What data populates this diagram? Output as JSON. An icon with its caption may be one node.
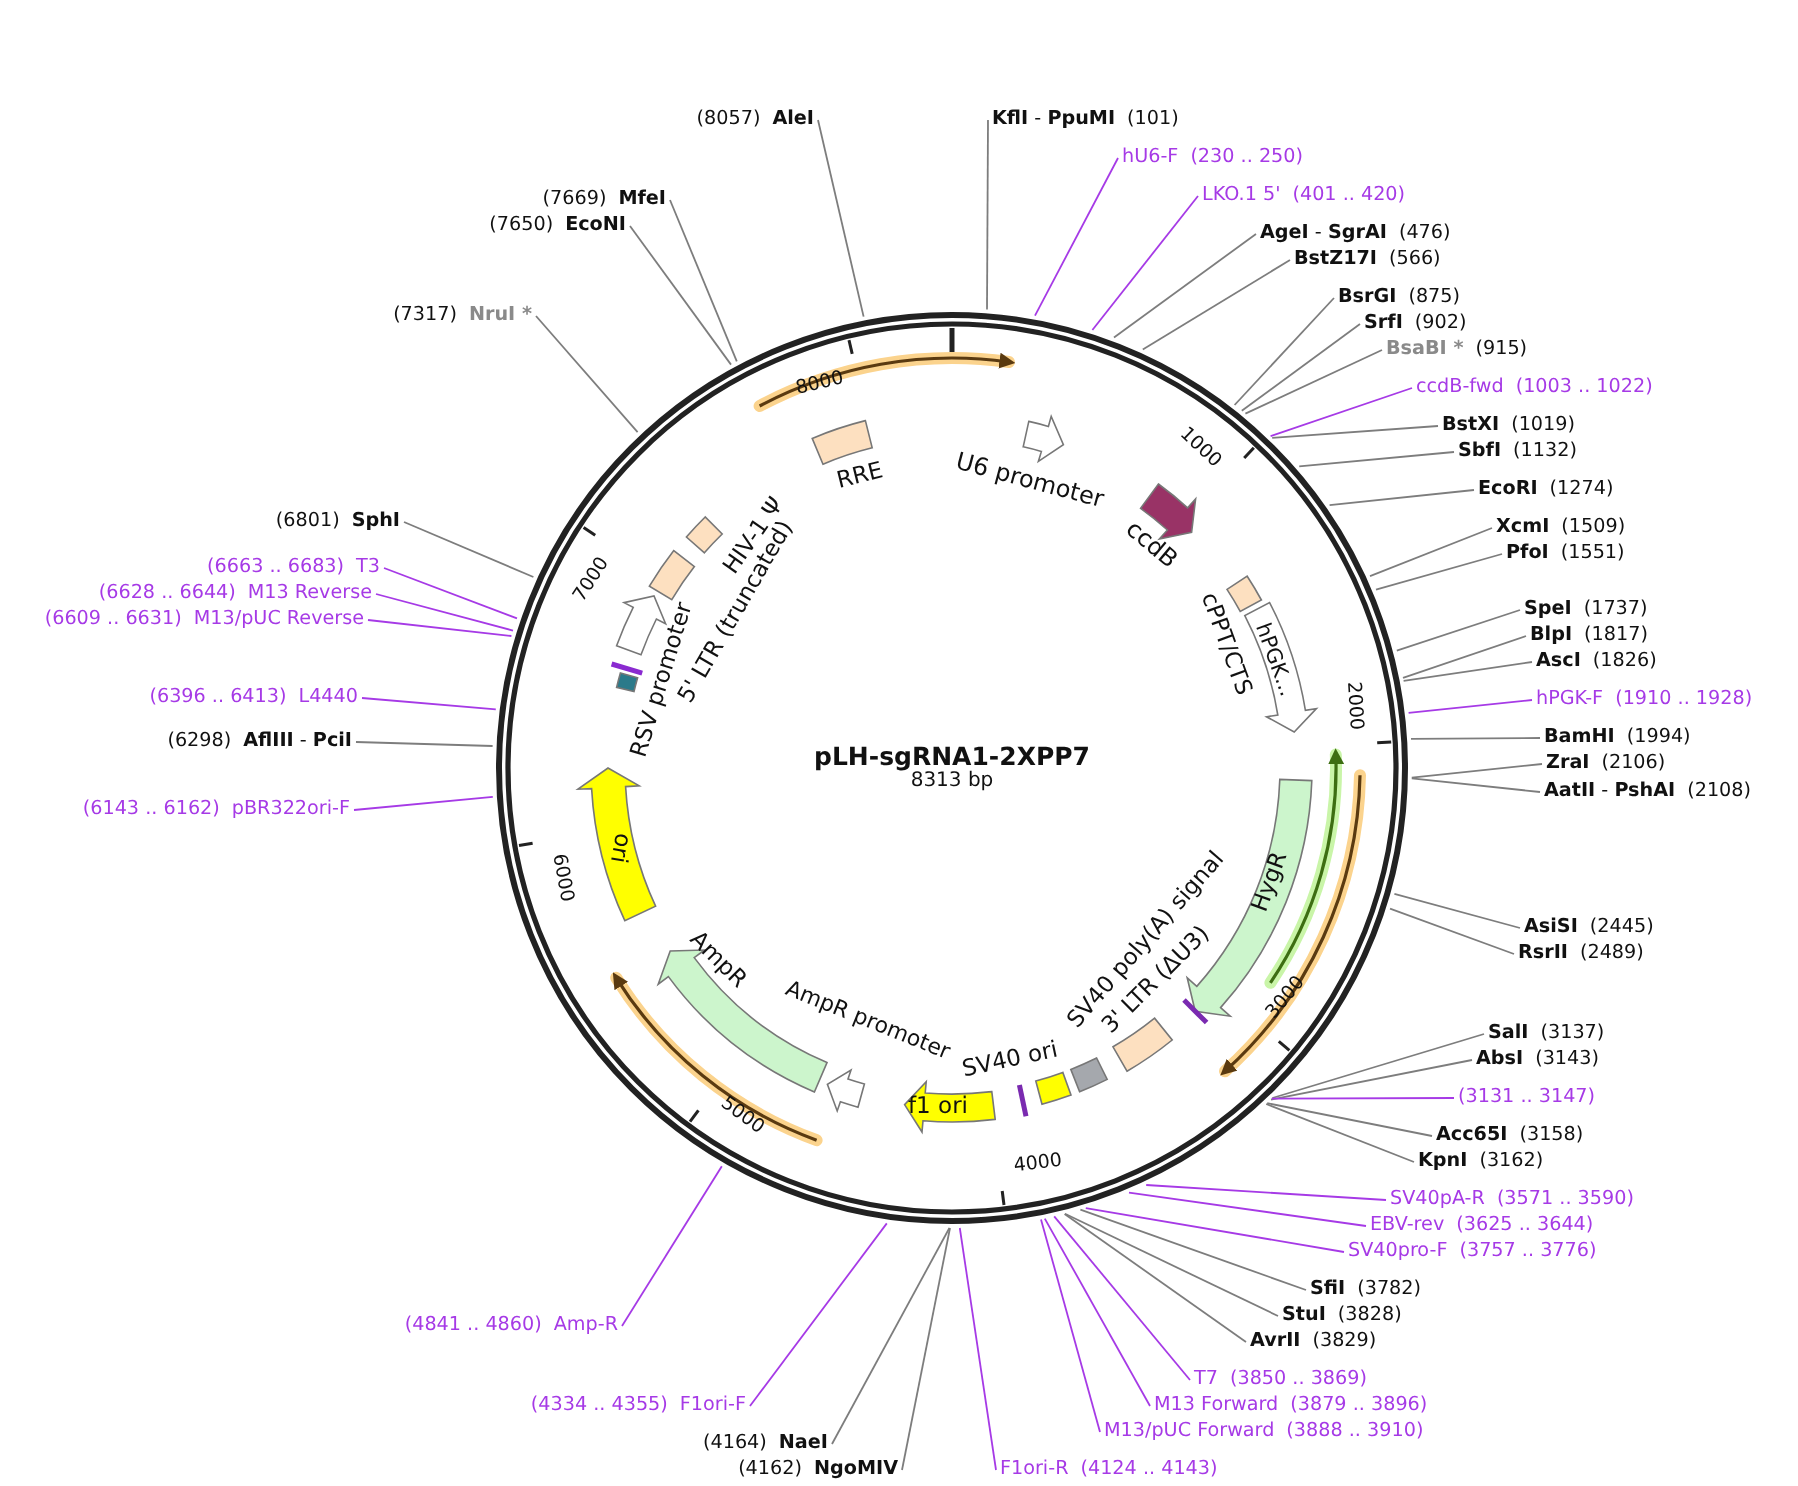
{
  "diagram": {
    "title": "pLH-sgRNA1-2XPP7",
    "nodes": [
      {
        "text": [
          "**KflI** - **PpuMI**",
          "(101)"
        ]
      },
      {
        "text": [
          "hU6-F",
          "(230 .. 250)"
        ]
      },
      {
        "text": [
          "LKO.1 5'",
          "(401 .. 420)"
        ]
      },
      {
        "text": [
          "**AgeI** - **SgrAI**",
          "(476)"
        ]
      },
      {
        "text": [
          "BstZ17I",
          "(566)"
        ]
      },
      {
        "text": [
          "BsrGI",
          "(875)"
        ]
      },
      {
        "text": [
          "SrfI",
          "(902)"
        ]
      },
      {
        "text": [
          "BsaBI *",
          "(915)"
        ]
      },
      {
        "text": [
          "ccdB-fwd",
          "(1003 .. 1022)"
        ]
      },
      {
        "text": [
          "BstXI",
          "(1019)"
        ]
      },
      {
        "text": [
          "SbfI",
          "(1132)"
        ]
      },
      {
        "text": [
          "EcoRI",
          "(1274)"
        ]
      },
      {
        "text": [
          "XcmI",
          "(1509)"
        ]
      },
      {
        "text": [
          "PfoI",
          "(1551)"
        ]
      },
      {
        "text": [
          "SpeI",
          "(1737)"
        ]
      },
      {
        "text": [
          "BlpI",
          "(1817)"
        ]
      },
      {
        "text": [
          "AscI",
          "(1826)"
        ]
      },
      {
        "text": [
          "hPGK-F",
          "(1910 .. 1928)"
        ]
      },
      {
        "text": [
          "BamHI",
          "(1994)"
        ]
      },
      {
        "text": [
          "ZraI",
          "(2106)"
        ]
      },
      {
        "text": [
          "**AatII** - **PshAI**",
          "(2108)"
        ]
      },
      {
        "text": [
          "AsiSI",
          "(2445)"
        ]
      },
      {
        "text": [
          "RsrII",
          "(2489)"
        ]
      },
      {
        "text": [
          "SalI",
          "(3137)"
        ]
      },
      {
        "text": [
          "AbsI",
          "(3143)"
        ]
      },
      {
        "text": [
          "(3131 .. 3147)"
        ]
      },
      {
        "text": [
          "Acc65I",
          "(3158)"
        ]
      },
      {
        "text": [
          "KpnI",
          "(3162)"
        ]
      },
      {
        "text": [
          "SV40pA-R",
          "(3571 .. 3590)"
        ]
      },
      {
        "text": [
          "EBV-rev",
          "(3625 .. 3644)"
        ]
      },
      {
        "text": [
          "SV40pro-F",
          "(3757 .. 3776)"
        ]
      },
      {
        "text": [
          "SfiI",
          "(3782)"
        ]
      },
      {
        "text": [
          "StuI",
          "(3828)"
        ]
      },
      {
        "text": [
          "AvrII",
          "(3829)"
        ]
      },
      {
        "text": [
          "T7",
          "(3850 .. 3869)"
        ]
      },
      {
        "text": [
          "M13 Forward",
          "(3879 .. 3896)"
        ]
      },
      {
        "text": [
          "M13/pUC Forward",
          "(3888 .. 3910)"
        ]
      },
      {
        "text": [
          "F1ori-R",
          "(4124 .. 4143)"
        ]
      },
      {
        "text": [
          "(4162)",
          "NgoMIV"
        ]
      },
      {
        "text": [
          "(4164)",
          "NaeI"
        ]
      },
      {
        "text": [
          "(4334 .. 4355)",
          "F1ori-F"
        ]
      },
      {
        "text": [
          "(4841 .. 4860)",
          "Amp-R"
        ]
      },
      {
        "text": [
          "(6143 .. 6162)",
          "pBR322ori-F"
        ]
      },
      {
        "text": [
          "(6298)",
          "**AflIII** - **PciI**"
        ]
      },
      {
        "text": [
          "(6396 .. 6413)",
          "L4440"
        ]
      },
      {
        "text": [
          "(6609 .. 6631)",
          "M13/pUC Reverse"
        ]
      },
      {
        "text": [
          "(6628 .. 6644)",
          "M13 Reverse"
        ]
      },
      {
        "text": [
          "(6663 .. 6683)",
          "T3"
        ]
      },
      {
        "text": [
          "(6801)",
          "SphI"
        ]
      },
      {
        "text": [
          "(7317)",
          "NruI *"
        ]
      },
      {
        "text": [
          "(7650)",
          "EcoNI"
        ]
      },
      {
        "text": [
          "(7669)",
          "MfeI"
        ]
      },
      {
        "text": [
          "(8057)",
          "AleI"
        ]
      }
    ],
    "edges": [
      {
        "from": 0,
        "to": null,
        "arrow": "none"
      },
      {
        "from": 1,
        "to": null,
        "arrow": "none",
        "color": "#a63ae6"
      },
      {
        "from": 2,
        "to": null,
        "arrow": "none",
        "color": "#a63ae6"
      },
      {
        "from": 3,
        "to": null,
        "arrow": "none"
      },
      {
        "from": 4,
        "to": null,
        "arrow": "none"
      },
      {
        "from": 5,
        "to": null,
        "arrow": "none"
      },
      {
        "from": 6,
        "to": null,
        "arrow": "none"
      },
      {
        "from": 7,
        "to": null,
        "arrow": "none"
      },
      {
        "from": 8,
        "to": null,
        "arrow": "none",
        "color": "#a63ae6"
      },
      {
        "from": 9,
        "to": null,
        "arrow": "none"
      },
      {
        "from": 10,
        "to": null,
        "arrow": "none"
      },
      {
        "from": 11,
        "to": null,
        "arrow": "none"
      },
      {
        "from": 12,
        "to": null,
        "arrow": "none"
      },
      {
        "from": 13,
        "to": null,
        "arrow": "none"
      },
      {
        "from": 14,
        "to": null,
        "arrow": "none"
      },
      {
        "from": 15,
        "to": null,
        "arrow": "none"
      },
      {
        "from": 16,
        "to": null,
        "arrow": "none"
      },
      {
        "from": 17,
        "to": null,
        "arrow": "none",
        "color": "#a63ae6"
      },
      {
        "from": 18,
        "to": null,
        "arrow": "none"
      },
      {
        "from": 19,
        "to": null,
        "arrow": "none"
      },
      {
        "from": 20,
        "to": null,
        "arrow": "none"
      },
      {
        "from": 21,
        "to": null,
        "arrow": "none"
      },
      {
        "from": 22,
        "to": null,
        "arrow": "none"
      },
      {
        "from": 23,
        "to": null,
        "arrow": "none"
      },
      {
        "from": 24,
        "to": null,
        "arrow": "none"
      },
      {
        "from": 25,
        "to": null,
        "arrow": "none",
        "color": "#a63ae6"
      },
      {
        "from": 26,
        "to": null,
        "arrow": "none"
      },
      {
        "from": 27,
        "to": null,
        "arrow": "none"
      },
      {
        "from": 28,
        "to": null,
        "arrow": "none",
        "color": "#a63ae6"
      },
      {
        "from": 29,
        "to": null,
        "arrow": "none",
        "color": "#a63ae6"
      },
      {
        "from": 30,
        "to": null,
        "arrow": "none",
        "color": "#a63ae6"
      },
      {
        "from": 31,
        "to": null,
        "arrow": "none"
      },
      {
        "from": 32,
        "to": null,
        "arrow": "none"
      },
      {
        "from": 33,
        "to": null,
        "arrow": "none"
      },
      {
        "from": 34,
        "to": null,
        "arrow": "none",
        "color": "#a63ae6"
      },
      {
        "from": 35,
        "to": null,
        "arrow": "none",
        "color": "#a63ae6"
      },
      {
        "from": 36,
        "to": null,
        "arrow": "none",
        "color": "#a63ae6"
      },
      {
        "from": 37,
        "to": null,
        "arrow": "none",
        "color": "#a63ae6"
      },
      {
        "from": 38,
        "to": null,
        "arrow": "none"
      },
      {
        "from": 39,
        "to": null,
        "arrow": "none"
      },
      {
        "from": 40,
        "to": null,
        "arrow": "none",
        "color": "#a63ae6"
      },
      {
        "from": 41,
        "to": null,
        "arrow": "none",
        "color": "#a63ae6"
      },
      {
        "from": 42,
        "to": null,
        "arrow": "none",
        "color": "#a63ae6"
      },
      {
        "from": 43,
        "to": null,
        "arrow": "none"
      },
      {
        "from": 44,
        "to": null,
        "arrow": "none",
        "color": "#a63ae6"
      },
      {
        "from": 45,
        "to": null,
        "arrow": "none",
        "color": "#a63ae6"
      },
      {
        "from": 46,
        "to": null,
        "arrow": "none",
        "color": "#a63ae6"
      },
      {
        "from": 47,
        "to": null,
        "arrow": "none",
        "color": "#a63ae6"
      },
      {
        "from": 48,
        "to": null,
        "arrow": "none"
      },
      {
        "from": 49,
        "to": null,
        "arrow": "none"
      },
      {
        "from": 50,
        "to": null,
        "arrow": "none"
      },
      {
        "from": 51,
        "to": null,
        "arrow": "none"
      },
      {
        "from": 52,
        "to": null,
        "arrow": "none"
      }
    ],
    "labels": [
      "U6 promoter",
      "ccdB",
      "cPPT/CTS",
      "hPGK...",
      "HygR",
      "SV40 poly(A) signal",
      "3' LTR (ΔU3)",
      "SV40 ori",
      "f1 ori",
      "AmpR promoter",
      "AmpR",
      "ori",
      "RSV promoter",
      "5' LTR (truncated)",
      "HIV-1 Ψ",
      "RRE",
      "8313 bp",
      "1000",
      "2000",
      "3000",
      "4000",
      "5000",
      "6000",
      "7000",
      "8000"
    ]
  }
}
